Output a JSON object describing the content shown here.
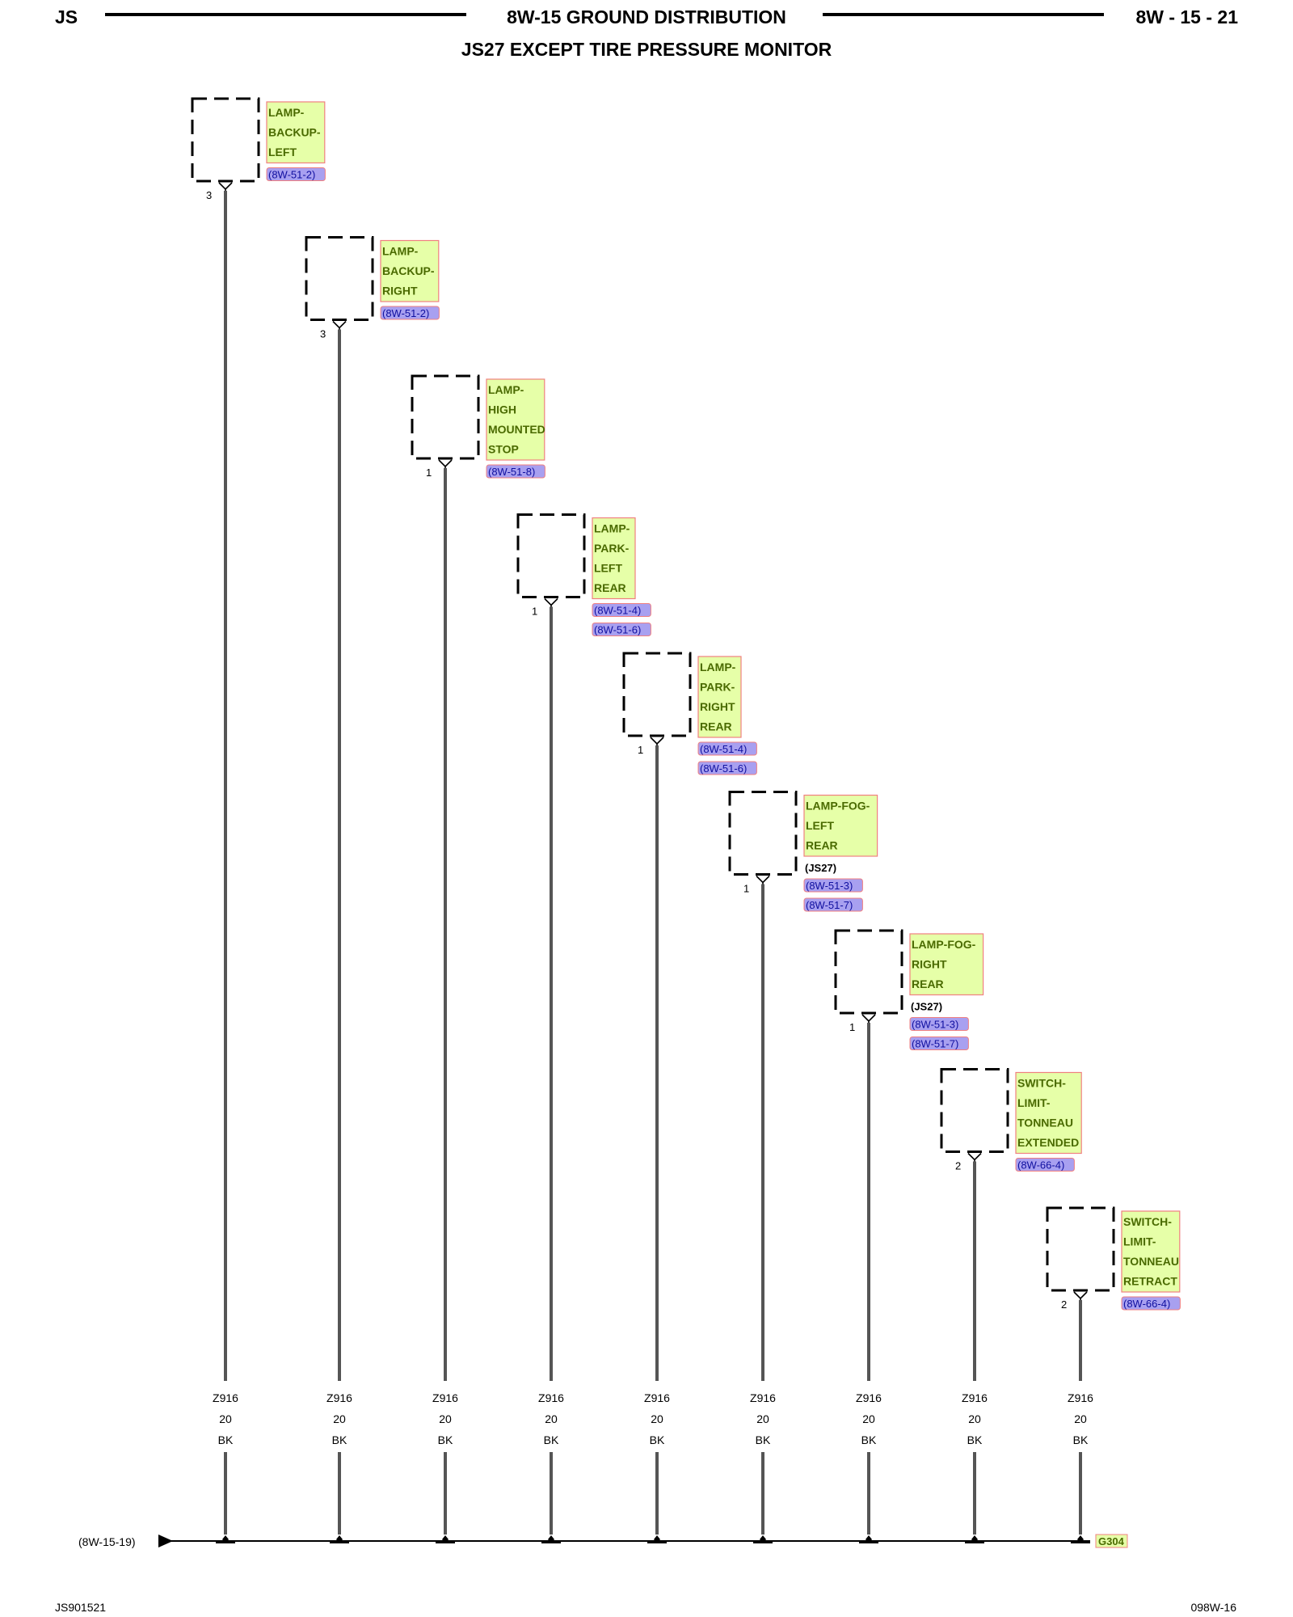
{
  "header": {
    "left": "JS",
    "title": "8W-15 GROUND DISTRIBUTION",
    "page_ref": "8W - 15 - 21",
    "subtitle": "JS27 EXCEPT TIRE PRESSURE MONITOR"
  },
  "footer": {
    "left": "JS901521",
    "right": "098W-16"
  },
  "bus": {
    "from_ref": "(8W-15-19)",
    "ground": "G304"
  },
  "colors": {
    "component_fill": "#e6ffa8",
    "component_border": "#f08080",
    "component_text": "#4a6a00",
    "ref_fill": "#a8a0f0",
    "ref_border": "#f08080",
    "ref_text": "#1010a0",
    "wire": "#555555",
    "ground_fill": "#e6ffa8"
  },
  "components": [
    {
      "label": [
        "LAMP-",
        "BACKUP-",
        "LEFT"
      ],
      "option": "",
      "refs": [
        "(8W-51-2)"
      ],
      "pin": "3",
      "circuit": "Z916",
      "gauge": "20",
      "color": "BK"
    },
    {
      "label": [
        "LAMP-",
        "BACKUP-",
        "RIGHT"
      ],
      "option": "",
      "refs": [
        "(8W-51-2)"
      ],
      "pin": "3",
      "circuit": "Z916",
      "gauge": "20",
      "color": "BK"
    },
    {
      "label": [
        "LAMP-",
        "HIGH",
        "MOUNTED",
        "STOP"
      ],
      "option": "",
      "refs": [
        "(8W-51-8)"
      ],
      "pin": "1",
      "circuit": "Z916",
      "gauge": "20",
      "color": "BK"
    },
    {
      "label": [
        "LAMP-",
        "PARK-",
        "LEFT",
        "REAR"
      ],
      "option": "",
      "refs": [
        "(8W-51-4)",
        "(8W-51-6)"
      ],
      "pin": "1",
      "circuit": "Z916",
      "gauge": "20",
      "color": "BK"
    },
    {
      "label": [
        "LAMP-",
        "PARK-",
        "RIGHT",
        "REAR"
      ],
      "option": "",
      "refs": [
        "(8W-51-4)",
        "(8W-51-6)"
      ],
      "pin": "1",
      "circuit": "Z916",
      "gauge": "20",
      "color": "BK"
    },
    {
      "label": [
        "LAMP-FOG-",
        "LEFT",
        "REAR"
      ],
      "option": "(JS27)",
      "refs": [
        "(8W-51-3)",
        "(8W-51-7)"
      ],
      "pin": "1",
      "circuit": "Z916",
      "gauge": "20",
      "color": "BK"
    },
    {
      "label": [
        "LAMP-FOG-",
        "RIGHT",
        "REAR"
      ],
      "option": "(JS27)",
      "refs": [
        "(8W-51-3)",
        "(8W-51-7)"
      ],
      "pin": "1",
      "circuit": "Z916",
      "gauge": "20",
      "color": "BK"
    },
    {
      "label": [
        "SWITCH-",
        "LIMIT-",
        "TONNEAU",
        "EXTENDED"
      ],
      "option": "",
      "refs": [
        "(8W-66-4)"
      ],
      "pin": "2",
      "circuit": "Z916",
      "gauge": "20",
      "color": "BK"
    },
    {
      "label": [
        "SWITCH-",
        "LIMIT-",
        "TONNEAU",
        "RETRACT"
      ],
      "option": "",
      "refs": [
        "(8W-66-4)"
      ],
      "pin": "2",
      "circuit": "Z916",
      "gauge": "20",
      "color": "BK"
    }
  ]
}
